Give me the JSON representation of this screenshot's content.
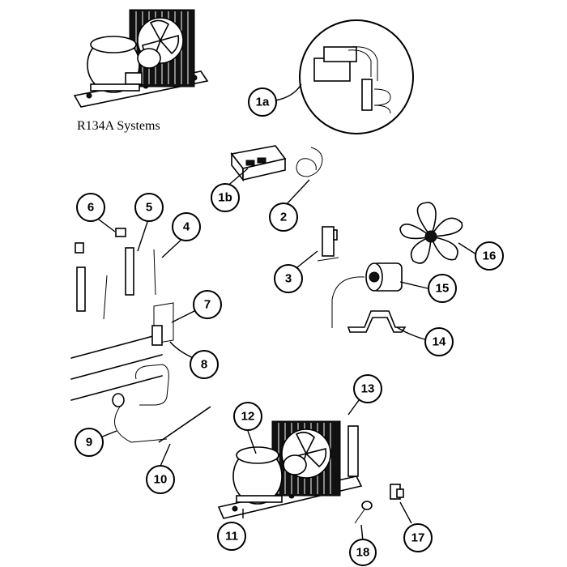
{
  "caption": "R134A Systems",
  "callouts": [
    "1a",
    "1b",
    "2",
    "3",
    "4",
    "5",
    "6",
    "7",
    "8",
    "9",
    "10",
    "11",
    "12",
    "13",
    "14",
    "15",
    "16",
    "17",
    "18"
  ],
  "colors": {
    "line": "#000000",
    "background": "#ffffff"
  }
}
